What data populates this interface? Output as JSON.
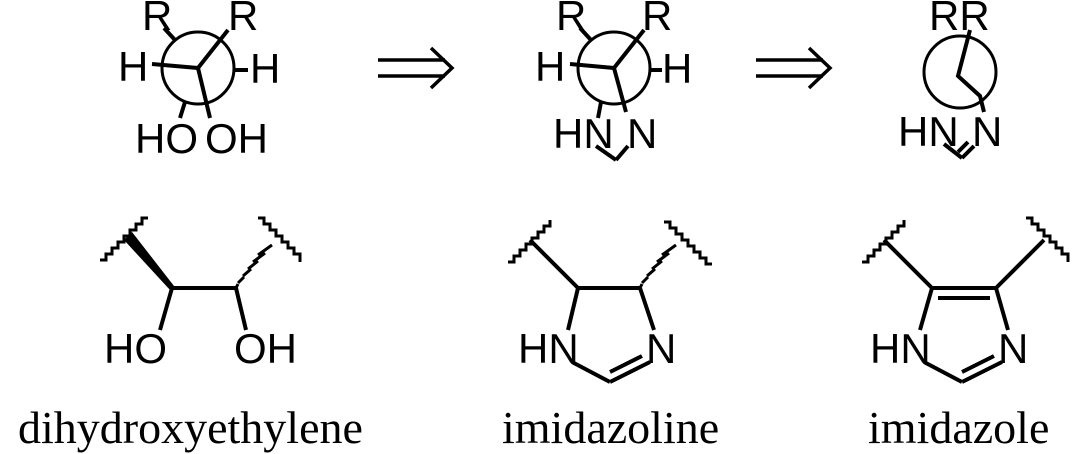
{
  "newman_projections": [
    {
      "top_left": "R",
      "top_right": "R",
      "left": "H",
      "right": "H",
      "bottom_left": "HO",
      "bottom_right": "OH"
    },
    {
      "top_left": "R",
      "top_right": "R",
      "left": "H",
      "right": "H",
      "bottom_left": "HN",
      "bottom_right": "N"
    },
    {
      "top": "RR",
      "bottom_left": "HN",
      "bottom_right": "N"
    }
  ],
  "structures": [
    {
      "left_label": "HO",
      "right_label": "OH",
      "caption": "dihydroxyethylene"
    },
    {
      "left_label": "HN",
      "right_label": "N",
      "caption": "imidazoline"
    },
    {
      "left_label": "HN",
      "right_label": "N",
      "caption": "imidazole"
    }
  ],
  "arrows": [
    "implies-arrow",
    "implies-arrow"
  ]
}
